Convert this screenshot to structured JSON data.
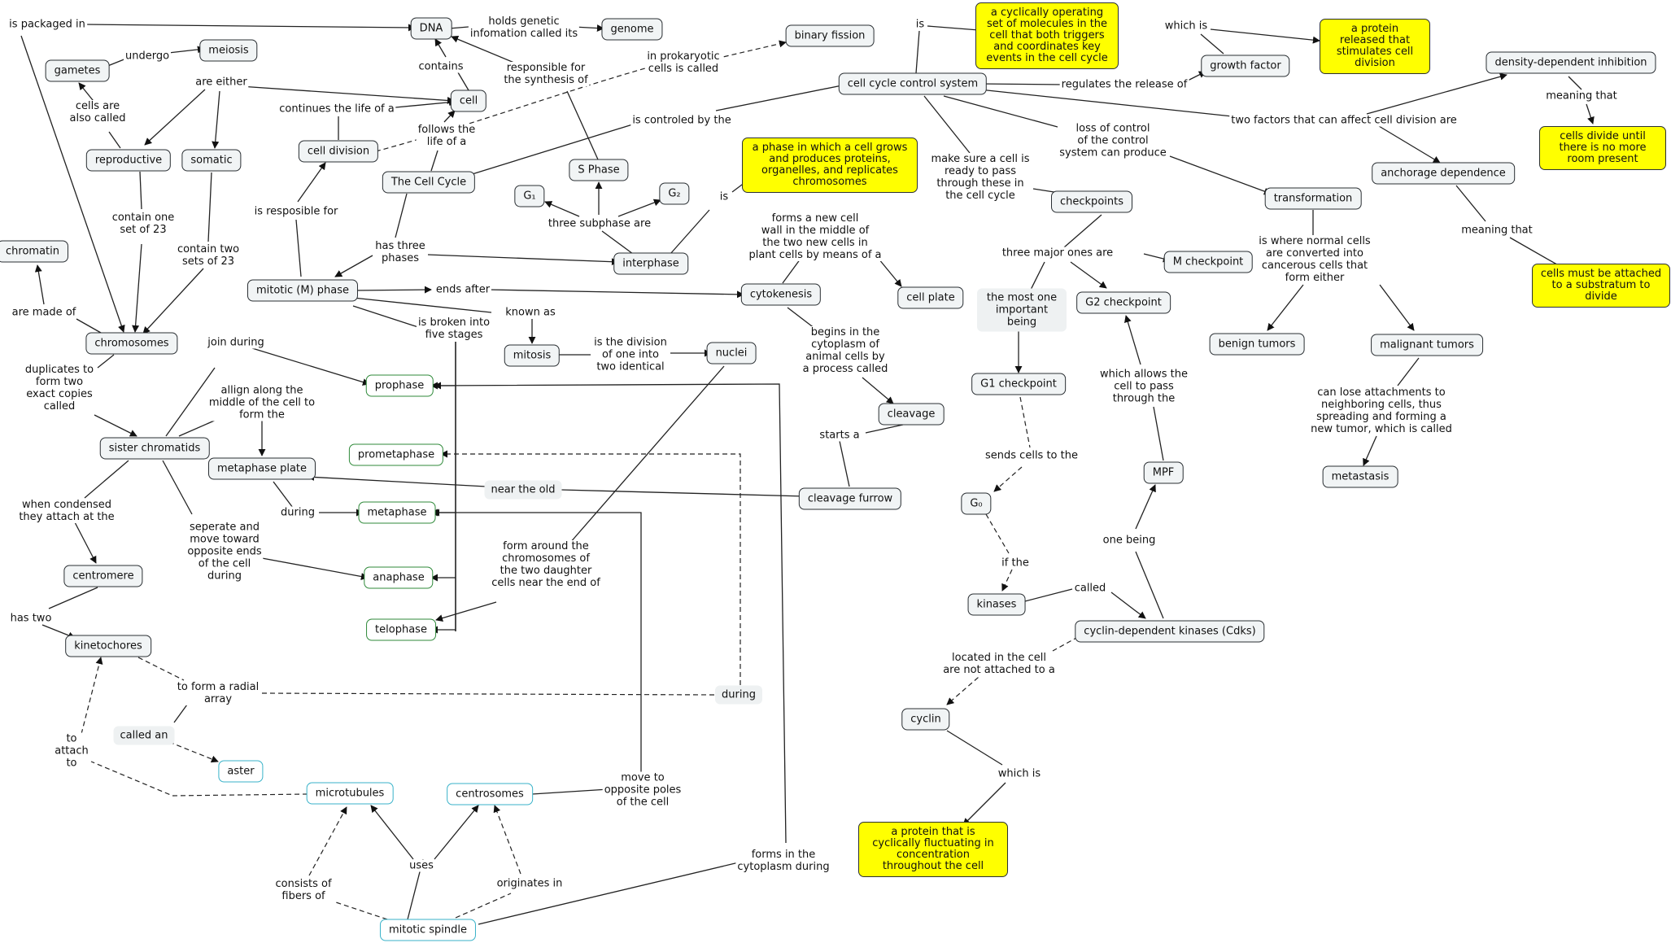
{
  "nodes": [
    {
      "id": "dna",
      "text": "DNA"
    },
    {
      "id": "genome",
      "text": "genome"
    },
    {
      "id": "binary_fission",
      "text": "binary fission"
    },
    {
      "id": "cycle_def",
      "text": "a cyclically operating set of molecules in the cell that both triggers and coordinates key events in the cell cycle"
    },
    {
      "id": "growth_factor",
      "text": "growth factor"
    },
    {
      "id": "gf_def",
      "text": "a protein released that stimulates cell division"
    },
    {
      "id": "ddi",
      "text": "density-dependent inhibition"
    },
    {
      "id": "ddi_def",
      "text": "cells divide until there is no more room present"
    },
    {
      "id": "gametes",
      "text": "gametes"
    },
    {
      "id": "meiosis",
      "text": "meiosis"
    },
    {
      "id": "cell",
      "text": "cell"
    },
    {
      "id": "reproductive",
      "text": "reproductive"
    },
    {
      "id": "somatic",
      "text": "somatic"
    },
    {
      "id": "cell_division",
      "text": "cell division"
    },
    {
      "id": "cccs",
      "text": "cell cycle control system"
    },
    {
      "id": "s_phase",
      "text": "S Phase"
    },
    {
      "id": "cell_cycle",
      "text": "The Cell Cycle"
    },
    {
      "id": "g1",
      "text": "G₁"
    },
    {
      "id": "g2",
      "text": "G₂"
    },
    {
      "id": "interphase_def",
      "text": "a phase in which a cell grows and produces proteins, organelles, and replicates chromosomes"
    },
    {
      "id": "checkpoints",
      "text": "checkpoints"
    },
    {
      "id": "transformation",
      "text": "transformation"
    },
    {
      "id": "anchorage",
      "text": "anchorage dependence"
    },
    {
      "id": "anch_def",
      "text": "cells must be attached to a substratum to divide"
    },
    {
      "id": "chromatin",
      "text": "chromatin"
    },
    {
      "id": "mitotic_phase",
      "text": "mitotic (M) phase"
    },
    {
      "id": "interphase",
      "text": "interphase"
    },
    {
      "id": "cytokenesis",
      "text": "cytokenesis"
    },
    {
      "id": "cell_plate",
      "text": "cell plate"
    },
    {
      "id": "m_checkpoint",
      "text": "M checkpoint"
    },
    {
      "id": "most_important",
      "text": "the most one important being"
    },
    {
      "id": "g2_checkpoint",
      "text": "G2 checkpoint"
    },
    {
      "id": "benign",
      "text": "benign tumors"
    },
    {
      "id": "malignant",
      "text": "malignant tumors"
    },
    {
      "id": "chromosomes",
      "text": "chromosomes"
    },
    {
      "id": "mitosis",
      "text": "mitosis"
    },
    {
      "id": "nuclei",
      "text": "nuclei"
    },
    {
      "id": "prophase",
      "text": "prophase"
    },
    {
      "id": "g1_checkpoint",
      "text": "G1 checkpoint"
    },
    {
      "id": "cleavage",
      "text": "cleavage"
    },
    {
      "id": "sister_chromatids",
      "text": "sister chromatids"
    },
    {
      "id": "prometaphase",
      "text": "prometaphase"
    },
    {
      "id": "metaphase_plate",
      "text": "metaphase plate"
    },
    {
      "id": "near_old",
      "text": "near the old"
    },
    {
      "id": "cleavage_furrow",
      "text": "cleavage furrow"
    },
    {
      "id": "mpf",
      "text": "MPF"
    },
    {
      "id": "metastasis",
      "text": "metastasis"
    },
    {
      "id": "metaphase",
      "text": "metaphase"
    },
    {
      "id": "g0",
      "text": "G₀"
    },
    {
      "id": "centromere",
      "text": "centromere"
    },
    {
      "id": "anaphase",
      "text": "anaphase"
    },
    {
      "id": "kinases",
      "text": "kinases"
    },
    {
      "id": "cdks",
      "text": "cyclin-dependent kinases (Cdks)"
    },
    {
      "id": "telophase",
      "text": "telophase"
    },
    {
      "id": "kinetochores",
      "text": "kinetochores"
    },
    {
      "id": "during",
      "text": "during"
    },
    {
      "id": "cyclin",
      "text": "cyclin"
    },
    {
      "id": "called_an",
      "text": "called an"
    },
    {
      "id": "aster",
      "text": "aster"
    },
    {
      "id": "microtubules",
      "text": "microtubules"
    },
    {
      "id": "centrosomes",
      "text": "centrosomes"
    },
    {
      "id": "cyclin_def",
      "text": "a protein that is cyclically fluctuating in concentration throughout the cell"
    },
    {
      "id": "mitotic_spindle",
      "text": "mitotic spindle"
    }
  ],
  "labels": [
    {
      "id": "l_packaged",
      "text": "is packaged in"
    },
    {
      "id": "l_holds",
      "text": "holds genetic\ninfomation called its"
    },
    {
      "id": "l_is_top",
      "text": "is"
    },
    {
      "id": "l_which_is",
      "text": "which is"
    },
    {
      "id": "l_undergo",
      "text": "undergo"
    },
    {
      "id": "l_prokaryotic",
      "text": "in prokaryotic\ncells is called"
    },
    {
      "id": "l_responsible",
      "text": "responsible for\nthe synthesis of"
    },
    {
      "id": "l_contains",
      "text": "contains"
    },
    {
      "id": "l_are_either",
      "text": "are either"
    },
    {
      "id": "l_also_called",
      "text": "cells are\nalso called"
    },
    {
      "id": "l_continues",
      "text": "continues the life of a"
    },
    {
      "id": "l_follows",
      "text": "follows the\nlife of a"
    },
    {
      "id": "l_regulates",
      "text": "regulates the release of"
    },
    {
      "id": "l_meaning1",
      "text": "meaning that"
    },
    {
      "id": "l_two_factors",
      "text": "two factors that can affect cell division are"
    },
    {
      "id": "l_controled",
      "text": "is controled by the"
    },
    {
      "id": "l_loss",
      "text": "loss of control\nof the control\nsystem can produce"
    },
    {
      "id": "l_make_sure",
      "text": "make sure a cell is\nready to pass\nthrough these in\nthe cell cycle"
    },
    {
      "id": "l_is_mid",
      "text": "is"
    },
    {
      "id": "l_contain_one",
      "text": "contain one\nset of 23"
    },
    {
      "id": "l_contain_two",
      "text": "contain two\nsets of 23"
    },
    {
      "id": "l_is_resp",
      "text": "is resposible for"
    },
    {
      "id": "l_three_subphase",
      "text": "three subphase are"
    },
    {
      "id": "l_forms_wall",
      "text": "forms a new cell\nwall in the middle of\nthe two new cells in\nplant cells by means of a"
    },
    {
      "id": "l_meaning2",
      "text": "meaning that"
    },
    {
      "id": "l_has_three",
      "text": "has three\nphases"
    },
    {
      "id": "l_three_major",
      "text": "three major ones are"
    },
    {
      "id": "l_normal_cells",
      "text": "is where normal cells\nare converted into\ncancerous cells that\nform either"
    },
    {
      "id": "l_made_of",
      "text": "are made of"
    },
    {
      "id": "l_ends_after",
      "text": "ends after"
    },
    {
      "id": "l_known_as",
      "text": "known as"
    },
    {
      "id": "l_broken",
      "text": "is broken into\nfive stages"
    },
    {
      "id": "l_begins",
      "text": "begins in the\ncytoplasm of\nanimal cells by\na process called"
    },
    {
      "id": "l_join",
      "text": "join during"
    },
    {
      "id": "l_duplicates",
      "text": "duplicates to\nform two\nexact copies\ncalled"
    },
    {
      "id": "l_division_one",
      "text": "is the division\nof one into\ntwo identical"
    },
    {
      "id": "l_allign",
      "text": "allign along the\nmiddle of the cell to\nform the"
    },
    {
      "id": "l_which_allows",
      "text": "which allows the\ncell to pass\nthrough the"
    },
    {
      "id": "l_lose",
      "text": "can lose attachments to\nneighboring cells, thus\nspreading and forming a\nnew tumor, which is called"
    },
    {
      "id": "l_starts",
      "text": "starts a"
    },
    {
      "id": "l_sends",
      "text": "sends cells to the"
    },
    {
      "id": "l_during_meta",
      "text": "during"
    },
    {
      "id": "l_condensed",
      "text": "when condensed\nthey attach at the"
    },
    {
      "id": "l_seperate",
      "text": "seperate and\nmove toward\nopposite ends\nof the cell\nduring"
    },
    {
      "id": "l_form_around",
      "text": "form around the\nchromosomes of\nthe two daughter\ncells near the end of"
    },
    {
      "id": "l_one_being",
      "text": "one being"
    },
    {
      "id": "l_if_the",
      "text": "if the"
    },
    {
      "id": "l_called",
      "text": "called"
    },
    {
      "id": "l_has_two",
      "text": "has two"
    },
    {
      "id": "l_located",
      "text": "located in the cell\nare not attached to a"
    },
    {
      "id": "l_radial",
      "text": "to form a radial\narray"
    },
    {
      "id": "l_attach",
      "text": "to\nattach\nto"
    },
    {
      "id": "l_which_is2",
      "text": "which is"
    },
    {
      "id": "l_move",
      "text": "move to\nopposite poles\nof the cell"
    },
    {
      "id": "l_uses",
      "text": "uses"
    },
    {
      "id": "l_forms_cyto",
      "text": "forms in the\ncytoplasm during"
    },
    {
      "id": "l_consists",
      "text": "consists of\nfibers of"
    },
    {
      "id": "l_originates",
      "text": "originates in"
    }
  ]
}
